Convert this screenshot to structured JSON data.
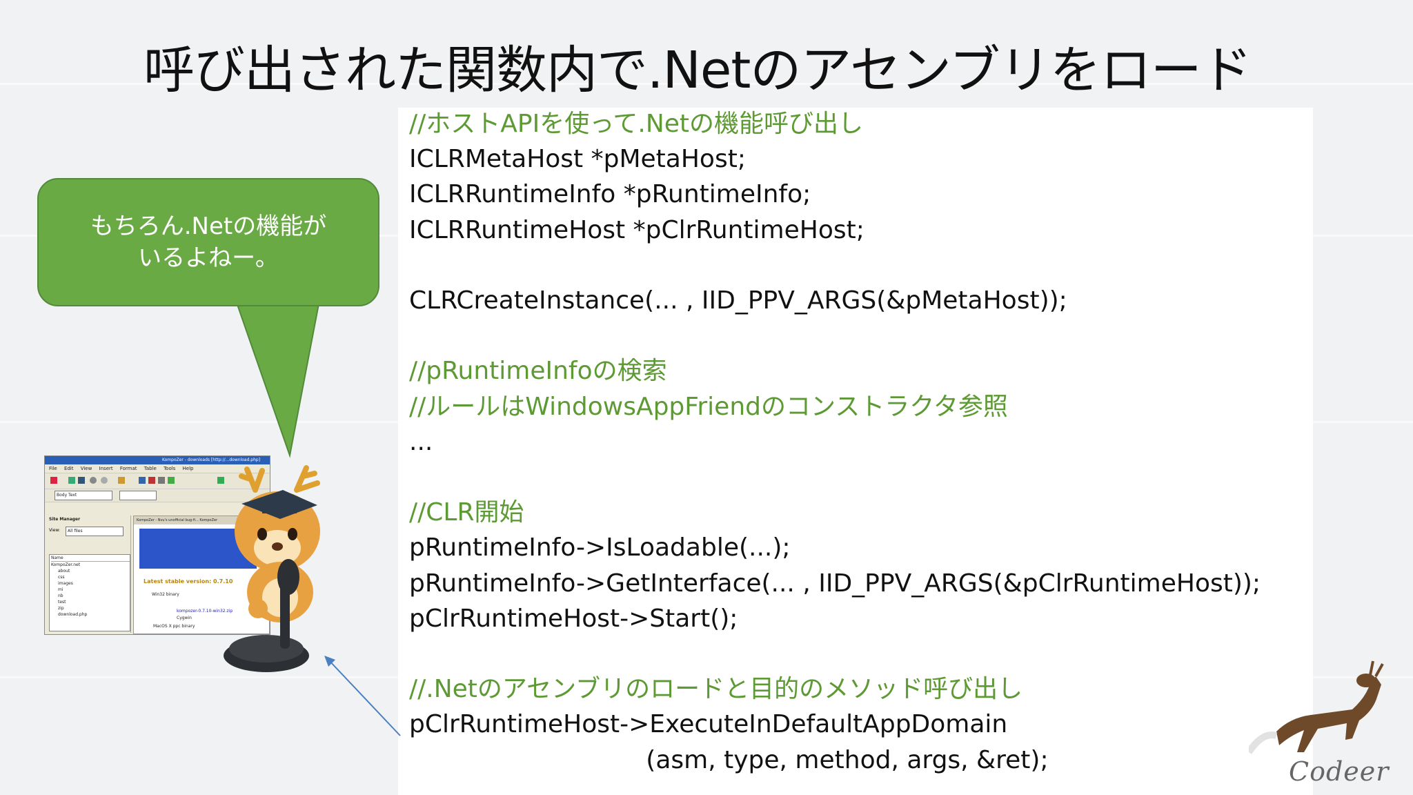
{
  "slide": {
    "title": "呼び出された関数内で.Netのアセンブリをロード"
  },
  "bubble": {
    "line1": "もちろん.Netの機能が",
    "line2": "いるよねー。"
  },
  "code": {
    "lines": [
      {
        "text": "//ホストAPIを使って.Netの機能呼び出し",
        "comment": true
      },
      {
        "text": "ICLRMetaHost *pMetaHost;",
        "comment": false
      },
      {
        "text": "ICLRRuntimeInfo *pRuntimeInfo;",
        "comment": false
      },
      {
        "text": "ICLRRuntimeHost *pClrRuntimeHost;",
        "comment": false
      },
      {
        "text": "",
        "comment": false
      },
      {
        "text": "CLRCreateInstance(... , IID_PPV_ARGS(&pMetaHost));",
        "comment": false
      },
      {
        "text": "",
        "comment": false
      },
      {
        "text": "//pRuntimeInfoの検索",
        "comment": true
      },
      {
        "text": "//ルールはWindowsAppFriendのコンストラクタ参照",
        "comment": true
      },
      {
        "text": "...",
        "comment": false
      },
      {
        "text": "",
        "comment": false
      },
      {
        "text": "//CLR開始",
        "comment": true
      },
      {
        "text": "pRuntimeInfo->IsLoadable(...);",
        "comment": false
      },
      {
        "text": "pRuntimeInfo->GetInterface(... , IID_PPV_ARGS(&pClrRuntimeHost));",
        "comment": false
      },
      {
        "text": "pClrRuntimeHost->Start();",
        "comment": false
      },
      {
        "text": "",
        "comment": false
      },
      {
        "text": "//.Netのアセンブリのロードと目的のメソッド呼び出し",
        "comment": true
      },
      {
        "text": "pClrRuntimeHost->ExecuteInDefaultAppDomain",
        "comment": false
      },
      {
        "text": "                              (asm, type, method, args, &ret);",
        "comment": false
      }
    ]
  },
  "thumbnail": {
    "window_title": "KompoZer - downloads [http://...download.php]",
    "menu": "File Edit View Insert Format Table Tools Help",
    "style_combo": "Body Text",
    "site_manager": "Site Manager",
    "view_label": "View:",
    "view_value": "All files",
    "tree_header": "Name",
    "tree_items": [
      "KompoZer.net",
      "about",
      "css",
      "images",
      "mi",
      "nb",
      "test",
      "zip",
      "download.php"
    ],
    "tabs": "KompoZer - Nvu's unofficial bug-fi...   KompoZer",
    "latest": "Latest stable version: 0.7.10",
    "win32": "Win32 binary",
    "zip": "kompozer-0.7.10-win32.zip",
    "cygwin": "Cygwin",
    "macos": "MacOS X ppc binary"
  },
  "logo": {
    "text": "Codeer"
  },
  "colors": {
    "comment": "#5d9a33",
    "bubble": "#6aaa45",
    "background": "#f1f2f3"
  }
}
